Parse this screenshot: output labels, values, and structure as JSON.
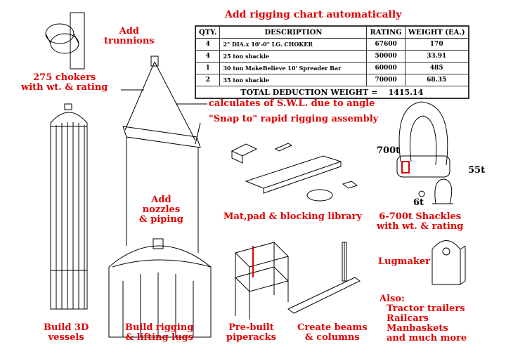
{
  "title": "Add rigging chart automatically",
  "table": {
    "headers": [
      "QTY.",
      "DESCRIPTION",
      "RATING",
      "WEIGHT (EA.)"
    ],
    "rows": [
      [
        "4",
        "2\" DIA.x 10'-0\" LG. CHOKER",
        "67600",
        "170"
      ],
      [
        "4",
        "25 ton shackle",
        "50000",
        "33.91"
      ],
      [
        "1",
        "30 ton MakeBelieve 10' Spreader Bar",
        "60000",
        "485"
      ],
      [
        "2",
        "35 ton shackle",
        "70000",
        "68.35"
      ]
    ],
    "total_label": "TOTAL DEDUCTION WEIGHT =",
    "total_value": "1415.14"
  },
  "labels": {
    "trunnions": "Add\ntrunnions",
    "chokers": "275 chokers\nwith wt. & rating",
    "swl": "calculates of S.W.L. due to angle",
    "snap": "\"Snap to\" rapid rigging assembly",
    "nozzles": "Add\nnozzles\n& piping",
    "matpad": "Mat,pad & blocking library",
    "shackles": "6-700t Shackles\nwith wt. & rating",
    "s700": "700t",
    "s55": "55t",
    "s6": "6t",
    "lugmaker": "Lugmaker",
    "also": "Also:",
    "also_items": [
      "Tractor trailers",
      "Railcars",
      "Manbaskets",
      "and much more"
    ],
    "vessels": "Build 3D\nvessels",
    "rigging": "Build rigging\n& lifting lugs",
    "piperacks": "Pre-built\npiperacks",
    "beams": "Create beams\n& columns"
  },
  "colors": {
    "label": "#e00000",
    "line": "#000000",
    "accent": "#e00000"
  }
}
